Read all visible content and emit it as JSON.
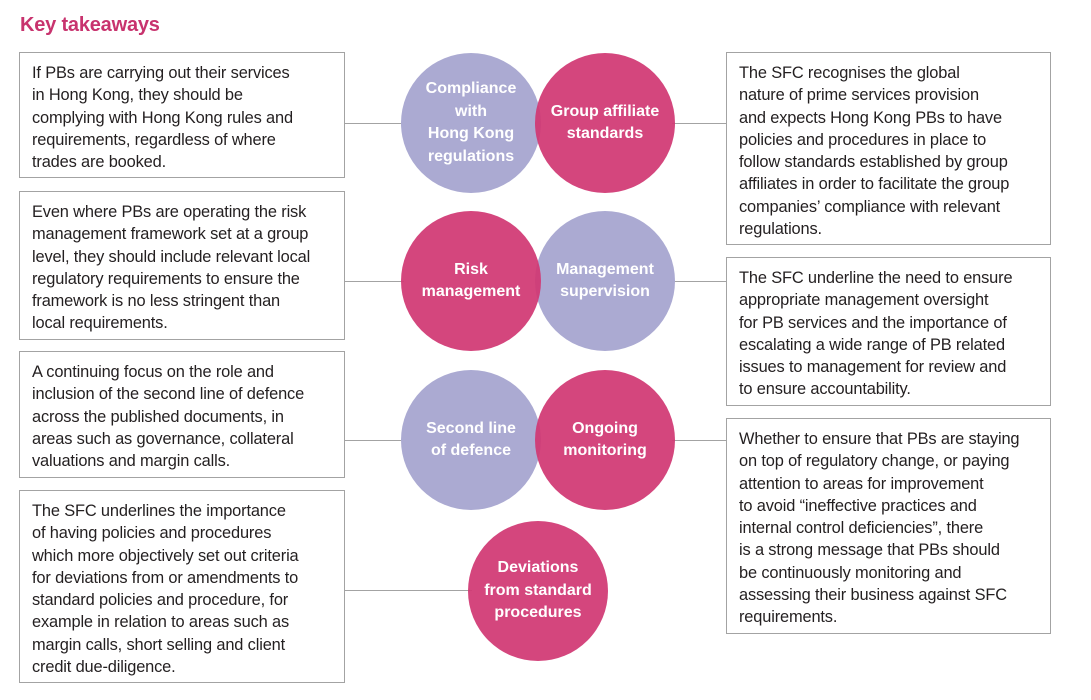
{
  "title": "Key takeaways",
  "colors": {
    "accent": "#c8336e",
    "lavender": "#abaad2",
    "magenta": "#d13873",
    "border": "#a3a3a3"
  },
  "left_boxes": [
    {
      "lines": [
        "If PBs are carrying out their services",
        "in Hong Kong, they should be",
        "complying with Hong Kong rules and",
        "requirements, regardless of where",
        "trades are booked."
      ]
    },
    {
      "lines": [
        "Even where PBs are operating the risk",
        "management framework set at a group",
        "level, they should include relevant local",
        "regulatory requirements to ensure the",
        "framework is no less stringent than",
        "local requirements."
      ]
    },
    {
      "lines": [
        "A continuing focus on the role and",
        "inclusion of the second line of defence",
        "across the published documents, in",
        "areas such as governance, collateral",
        "valuations and margin calls."
      ]
    },
    {
      "lines": [
        "The SFC underlines the importance",
        "of having policies and procedures",
        "which more objectively set out criteria",
        "for deviations from or amendments to",
        "standard policies and procedure, for",
        "example in relation to areas such as",
        "margin calls, short selling and client",
        "credit due-diligence."
      ]
    }
  ],
  "right_boxes": [
    {
      "lines": [
        "The SFC recognises the global",
        "nature of prime services provision",
        "and expects Hong Kong PBs to have",
        "policies and procedures in place to",
        "follow standards established by group",
        "affiliates in order to facilitate the group",
        "companies’ compliance with relevant",
        "regulations."
      ]
    },
    {
      "lines": [
        "The SFC underline the need to ensure",
        "appropriate management oversight",
        "for PB services and the importance of",
        "escalating a wide range of PB related",
        "issues to management for review and",
        "to ensure accountability."
      ]
    },
    {
      "lines": [
        "Whether to ensure that PBs are staying",
        "on top of regulatory change, or paying",
        "attention to areas for improvement",
        "to avoid “ineffective practices and",
        "internal control deficiencies”, there",
        "is a strong message that PBs should",
        "be continuously monitoring and",
        "assessing their business against SFC",
        "requirements."
      ]
    }
  ],
  "circles": [
    {
      "lines": [
        "Compliance",
        "with",
        "Hong Kong",
        "regulations"
      ],
      "color": "lavender"
    },
    {
      "lines": [
        "Group affiliate",
        "standards"
      ],
      "color": "magenta"
    },
    {
      "lines": [
        "Risk",
        "management"
      ],
      "color": "magenta"
    },
    {
      "lines": [
        "Management",
        "supervision"
      ],
      "color": "lavender"
    },
    {
      "lines": [
        "Second line",
        "of defence"
      ],
      "color": "lavender"
    },
    {
      "lines": [
        "Ongoing",
        "monitoring"
      ],
      "color": "magenta"
    },
    {
      "lines": [
        "Deviations",
        "from standard",
        "procedures"
      ],
      "color": "magenta"
    }
  ]
}
